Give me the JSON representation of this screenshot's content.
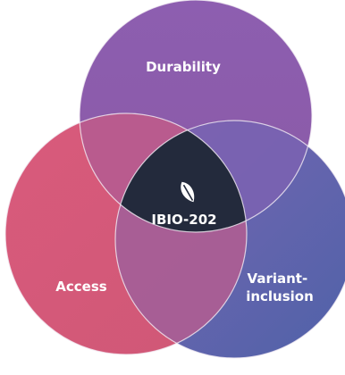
{
  "diagram": {
    "type": "venn-3",
    "circles": [
      {
        "id": "top",
        "label_lines": [
          "Durability"
        ],
        "color": "#8a5fae"
      },
      {
        "id": "left",
        "label_lines": [
          "Access"
        ],
        "color": "#d8597a"
      },
      {
        "id": "right",
        "label_lines": [
          "Variant-",
          "inclusion"
        ],
        "color": "#5b66ad"
      }
    ],
    "center": {
      "label": "IBIO-202",
      "icon": "leaf-icon",
      "color": "#232a3c"
    },
    "outline_color": "#f3ecf4"
  }
}
